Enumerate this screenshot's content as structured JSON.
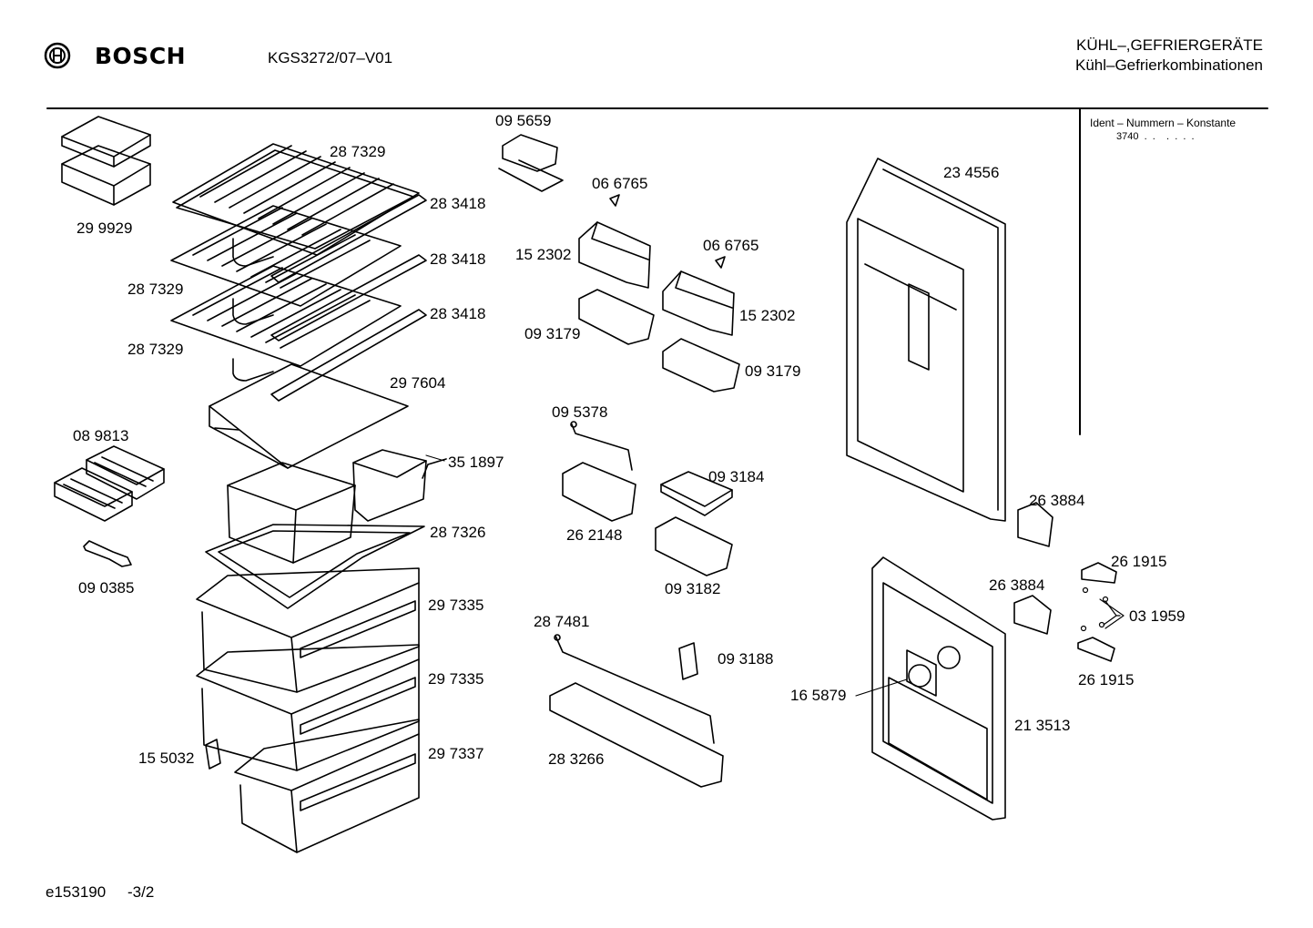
{
  "header": {
    "brand": "BOSCH",
    "model": "KGS3272/07–V01",
    "category_line1": "KÜHL–,GEFRIERGERÄTE",
    "category_line2": "Kühl–Gefrierkombinationen"
  },
  "ident": {
    "title": "Ident – Nummern – Konstante",
    "value": "3740  .  .    .  .  .  ."
  },
  "parts": [
    "28 7329",
    "29 9929",
    "28 3418",
    "28 3418",
    "28 7329",
    "28 3418",
    "28 7329",
    "29 7604",
    "08 9813",
    "35 1897",
    "28 7326",
    "09 0385",
    "29 7335",
    "29 7335",
    "29 7337",
    "15 5032",
    "09 5659",
    "06 6765",
    "15 2302",
    "06 6765",
    "09 3179",
    "15 2302",
    "09 3179",
    "09 5378",
    "09 3184",
    "26 2148",
    "09 3182",
    "28 7481",
    "09 3188",
    "28 3266",
    "23 4556",
    "26 3884",
    "26 1915",
    "26 3884",
    "03 1959",
    "16 5879",
    "26 1915",
    "21 3513"
  ],
  "footer": {
    "drawing_id": "e153190",
    "page": "-3/2"
  }
}
